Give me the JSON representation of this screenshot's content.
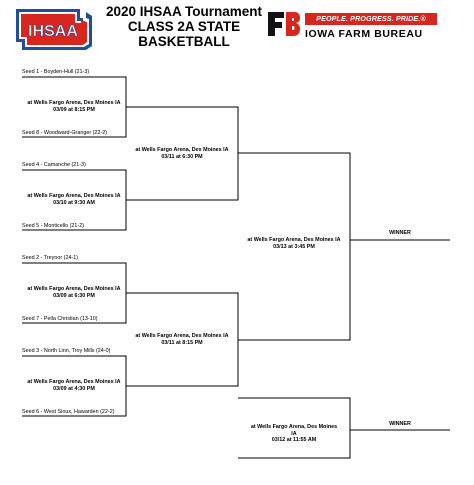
{
  "header": {
    "logo_text": "IHSAA",
    "title_line1": "2020 IHSAA Tournament",
    "title_line2": "CLASS 2A STATE",
    "title_line3": "BASKETBALL",
    "sponsor_tagline": "PEOPLE. PROGRESS. PRIDE.®",
    "sponsor_name": "IOWA FARM BUREAU",
    "colors": {
      "ihsaa_blue": "#1f4e9c",
      "ihsaa_red": "#d7261e",
      "farm_bureau_red": "#d7261e"
    }
  },
  "seeds": {
    "s1": "Seed 1 - Boyden-Hull (21-3)",
    "s8": "Seed 8 - Woodward-Granger (22-2)",
    "s4": "Seed 4 - Camanche (21-3)",
    "s5": "Seed 5 - Monticello (21-2)",
    "s2": "Seed 2 - Treynor (24-1)",
    "s7": "Seed 7 - Pella Christian (13-10)",
    "s3": "Seed 3 - North Linn, Troy Mills (24-0)",
    "s6": "Seed 6 - West Sioux, Hawarden (22-2)"
  },
  "games": {
    "q1": {
      "venue": "at Wells Fargo Arena, Des Moines IA",
      "time": "03/09 at 8:15 PM"
    },
    "q2": {
      "venue": "at Wells Fargo Arena, Des Moines IA",
      "time": "03/10 at 9:30 AM"
    },
    "q3": {
      "venue": "at Wells Fargo Arena, Des Moines IA",
      "time": "03/09 at 6:30 PM"
    },
    "q4": {
      "venue": "at Wells Fargo Arena, Des Moines IA",
      "time": "03/09 at 4:30 PM"
    },
    "sf1": {
      "venue": "at Wells Fargo Arena, Des Moines IA",
      "time": "03/11 at 6:30 PM"
    },
    "sf2": {
      "venue": "at Wells Fargo Arena, Des Moines IA",
      "time": "03/11 at 8:15 PM"
    },
    "final": {
      "venue": "at Wells Fargo Arena, Des Moines IA",
      "time": "03/13 at 3:45 PM"
    },
    "third": {
      "venue_line1": "at Wells Fargo Arena, Des Moines",
      "venue_line2": "IA",
      "time": "03/12 at 11:55 AM"
    }
  },
  "winner_label_1": "WINNER",
  "winner_label_2": "WINNER"
}
